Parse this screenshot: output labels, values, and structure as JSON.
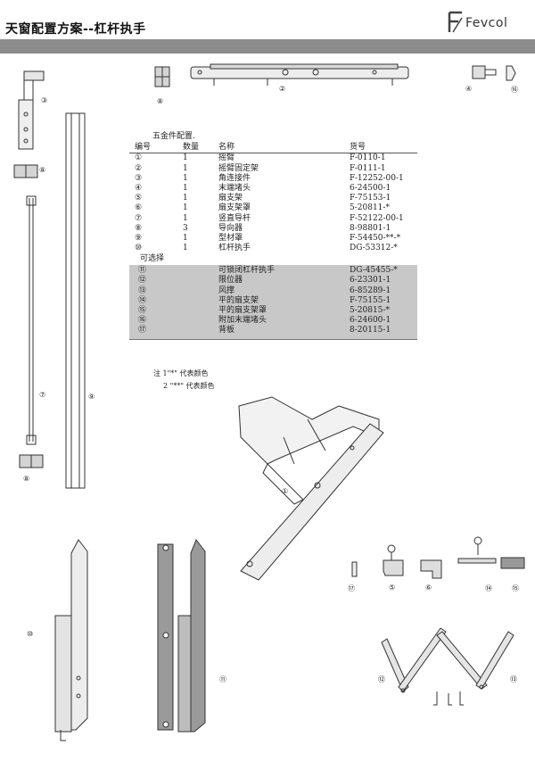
{
  "header": {
    "title": "天窗配置方案--杠杆执手",
    "brand": "Fevcol"
  },
  "table": {
    "heading": "五金件配置.",
    "columns": [
      "编号",
      "数量",
      "名称",
      "货号"
    ],
    "rows": [
      {
        "no": "①",
        "qty": "1",
        "name": "摇臂",
        "code": "F-0110-1"
      },
      {
        "no": "②",
        "qty": "1",
        "name": "摇臂固定架",
        "code": "F-0111-1"
      },
      {
        "no": "③",
        "qty": "1",
        "name": "角连接件",
        "code": "F-12252-00-1"
      },
      {
        "no": "④",
        "qty": "1",
        "name": "末端堵头",
        "code": "6-24500-1"
      },
      {
        "no": "⑤",
        "qty": "1",
        "name": "扇支架",
        "code": "F-75153-1"
      },
      {
        "no": "⑥",
        "qty": "1",
        "name": "扇支架罩",
        "code": "5-20811-*"
      },
      {
        "no": "⑦",
        "qty": "1",
        "name": "竖直导杆",
        "code": "F-52122-00-1"
      },
      {
        "no": "⑧",
        "qty": "3",
        "name": "导向器",
        "code": "8-98801-1"
      },
      {
        "no": "⑨",
        "qty": "1",
        "name": "型材罩",
        "code": "F-54450-**-*"
      },
      {
        "no": "⑩",
        "qty": "1",
        "name": "杠杆执手",
        "code": "DG-53312-*"
      }
    ],
    "optional_title": "可选择",
    "optional_rows": [
      {
        "no": "⑪",
        "name": "可锁闭杠杆执手",
        "code": "DG-45455-*"
      },
      {
        "no": "⑫",
        "name": "限位器",
        "code": "6-23301-1"
      },
      {
        "no": "⑬",
        "name": "风撑",
        "code": "6-85289-1"
      },
      {
        "no": "⑭",
        "name": "平的扇支架",
        "code": "F-75155-1"
      },
      {
        "no": "⑮",
        "name": "平的扇支架罩",
        "code": "5-20815-*"
      },
      {
        "no": "⑯",
        "name": "附加末端堵头",
        "code": "6-24600-1"
      },
      {
        "no": "⑰",
        "name": "背板",
        "code": "8-20115-1"
      }
    ]
  },
  "notes": [
    "注 1\"*\" 代表颜色",
    "2 \"**\" 代表颜色"
  ],
  "callouts": {
    "c1": "①",
    "c2": "②",
    "c3": "③",
    "c4": "④",
    "c5": "⑤",
    "c6": "⑥",
    "c7": "⑦",
    "c8a": "⑧",
    "c8b": "⑧",
    "c8c": "⑧",
    "c9": "⑨",
    "c10": "⑩",
    "c11": "⑪",
    "c12": "⑫",
    "c13": "⑬",
    "c14": "⑭",
    "c15": "⑮",
    "c16": "⑯",
    "c17": "⑰"
  },
  "colors": {
    "header_bar": "#8c8c8c",
    "optional_band": "#c8c8c8",
    "part_fill": "#9a9a9a"
  }
}
